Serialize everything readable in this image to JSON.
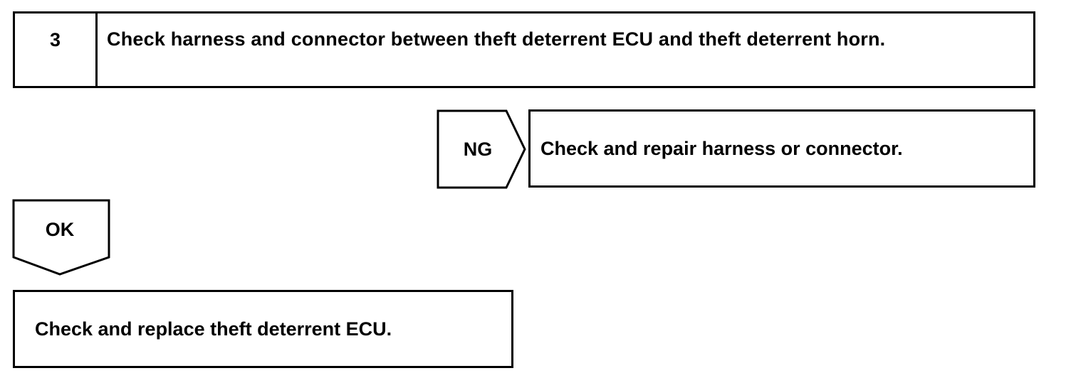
{
  "step": {
    "number": "3",
    "text": "Check harness and connector between theft deterrent ECU and theft deterrent horn."
  },
  "ng_branch": {
    "label": "NG",
    "result": "Check and repair harness or connector."
  },
  "ok_branch": {
    "label": "OK",
    "result": "Check and replace theft deterrent ECU."
  },
  "colors": {
    "line": "#000000",
    "background": "#ffffff"
  }
}
